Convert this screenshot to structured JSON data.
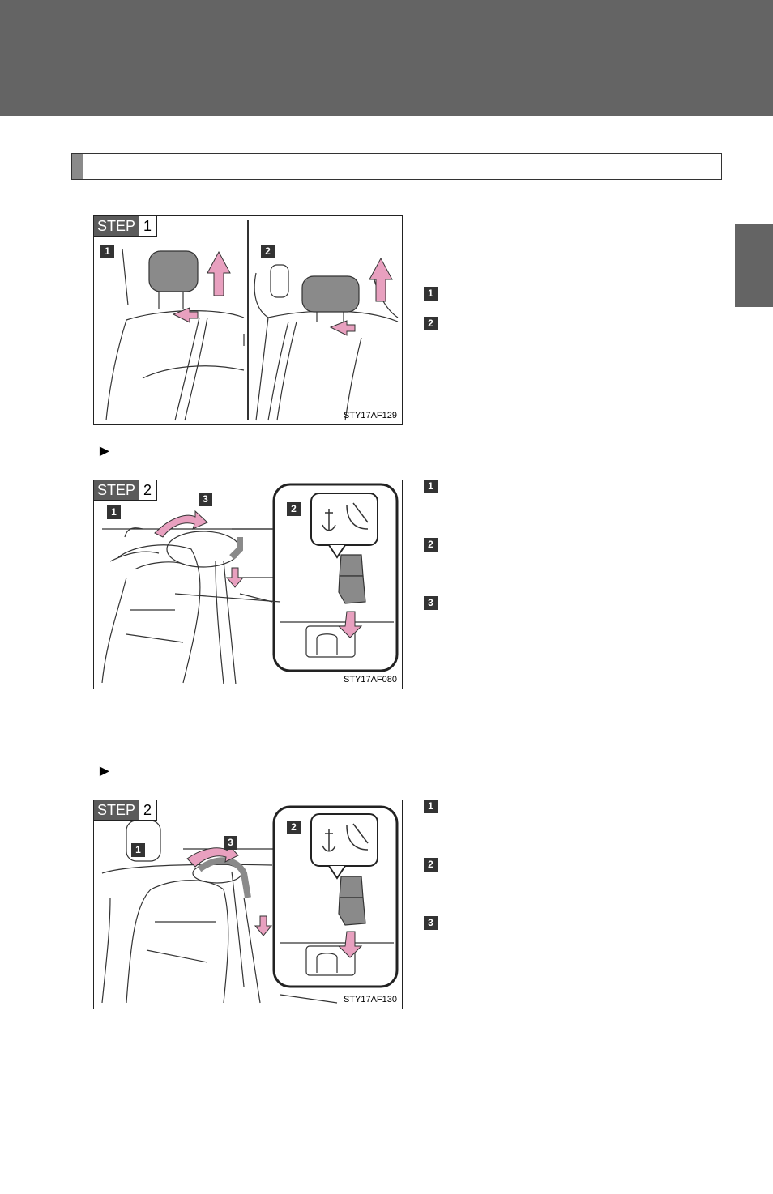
{
  "figures": [
    {
      "step_word": "STEP",
      "step_num": "1",
      "callouts": [
        "1",
        "2"
      ],
      "code": "STY17AF129"
    },
    {
      "step_word": "STEP",
      "step_num": "2",
      "callouts": [
        "1",
        "2",
        "3"
      ],
      "code": "STY17AF080"
    },
    {
      "step_word": "STEP",
      "step_num": "2",
      "callouts": [
        "1",
        "2",
        "3"
      ],
      "code": "STY17AF130"
    }
  ],
  "side_badges": [
    [
      "1",
      "2"
    ],
    [
      "1",
      "2",
      "3"
    ],
    [
      "1",
      "2",
      "3"
    ]
  ],
  "bullets": [
    "►",
    "►"
  ],
  "colors": {
    "header": "#646464",
    "badge": "#333333",
    "arrow": "#e8a0bf"
  }
}
